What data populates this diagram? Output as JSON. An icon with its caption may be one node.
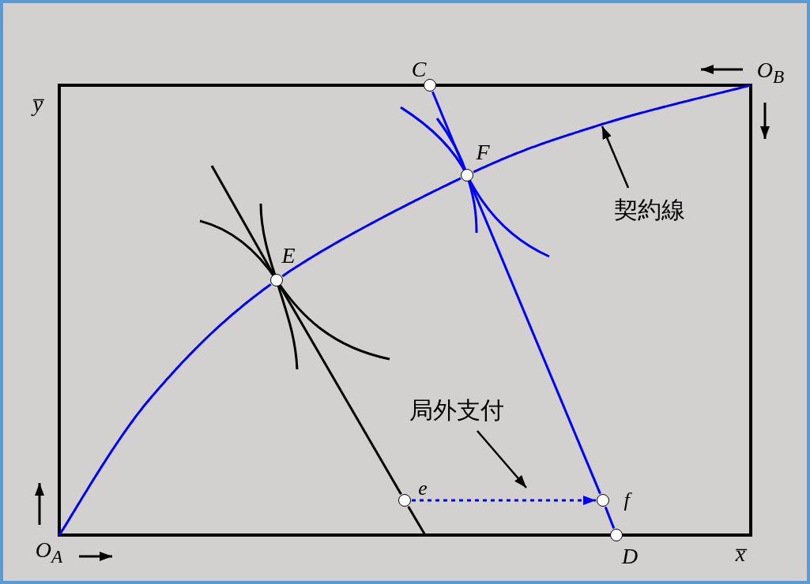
{
  "diagram": {
    "nodes": [
      {
        "text": [
          "C"
        ]
      },
      {
        "text": [
          "F"
        ]
      },
      {
        "text": [
          "契約線"
        ]
      },
      {
        "text": [
          "E"
        ]
      },
      {
        "text": [
          "局外支付"
        ]
      },
      {
        "text": [
          "e"
        ]
      },
      {
        "text": [
          "f"
        ]
      },
      {
        "text": [
          "D"
        ]
      }
    ],
    "edges": [
      {
        "from": null,
        "to": 3,
        "arrow": "none"
      },
      {
        "from": 3,
        "to": 1,
        "arrow": "none"
      },
      {
        "from": 1,
        "to": null,
        "arrow": "none"
      },
      {
        "from": 0,
        "to": 1,
        "arrow": "none"
      },
      {
        "from": 1,
        "to": 6,
        "arrow": "none"
      },
      {
        "from": 6,
        "to": 7,
        "arrow": "none"
      },
      {
        "from": null,
        "to": 3,
        "arrow": "none",
        "color": "#000000"
      },
      {
        "from": 3,
        "to": 5,
        "arrow": "none",
        "color": "#000000"
      },
      {
        "from": 5,
        "to": null,
        "arrow": "none",
        "color": "#000000"
      },
      {
        "from": 5,
        "to": 6,
        "arrow": "to",
        "style": "dashed"
      },
      {
        "from": 2,
        "to": null,
        "arrow": "to",
        "color": "#000000"
      },
      {
        "from": 4,
        "to": null,
        "arrow": "to",
        "color": "#000000"
      }
    ],
    "labels": [
      "y̅",
      "x̅",
      "O$_{A}$",
      "O$_{B}$"
    ]
  }
}
